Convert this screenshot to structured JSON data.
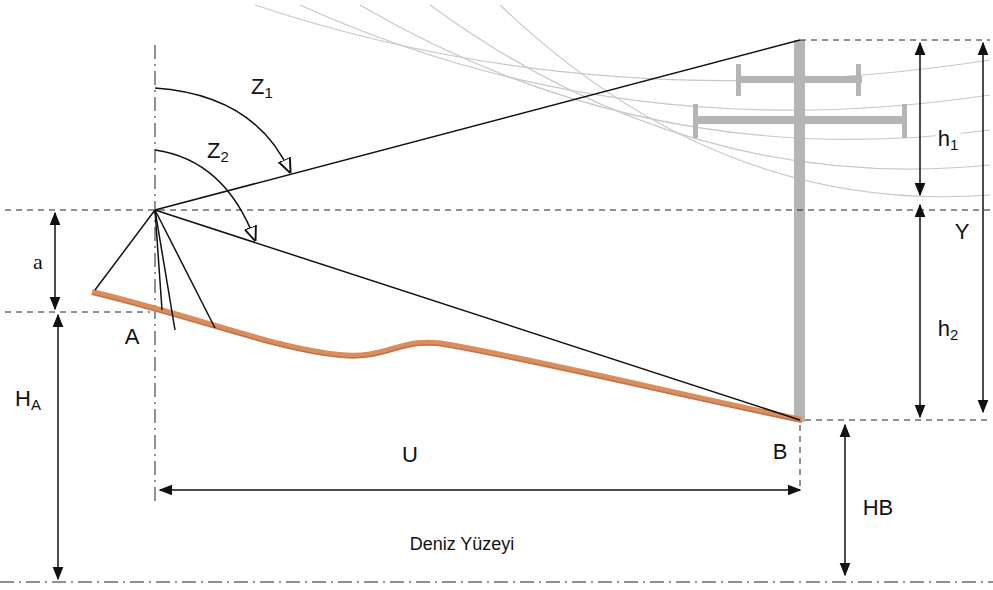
{
  "diagram": {
    "labels": [
      "Z1",
      "Z2",
      "a",
      "A",
      "HA",
      "h1",
      "h2",
      "Y",
      "U",
      "B",
      "HB",
      "Deniz Yüzeyi"
    ]
  }
}
